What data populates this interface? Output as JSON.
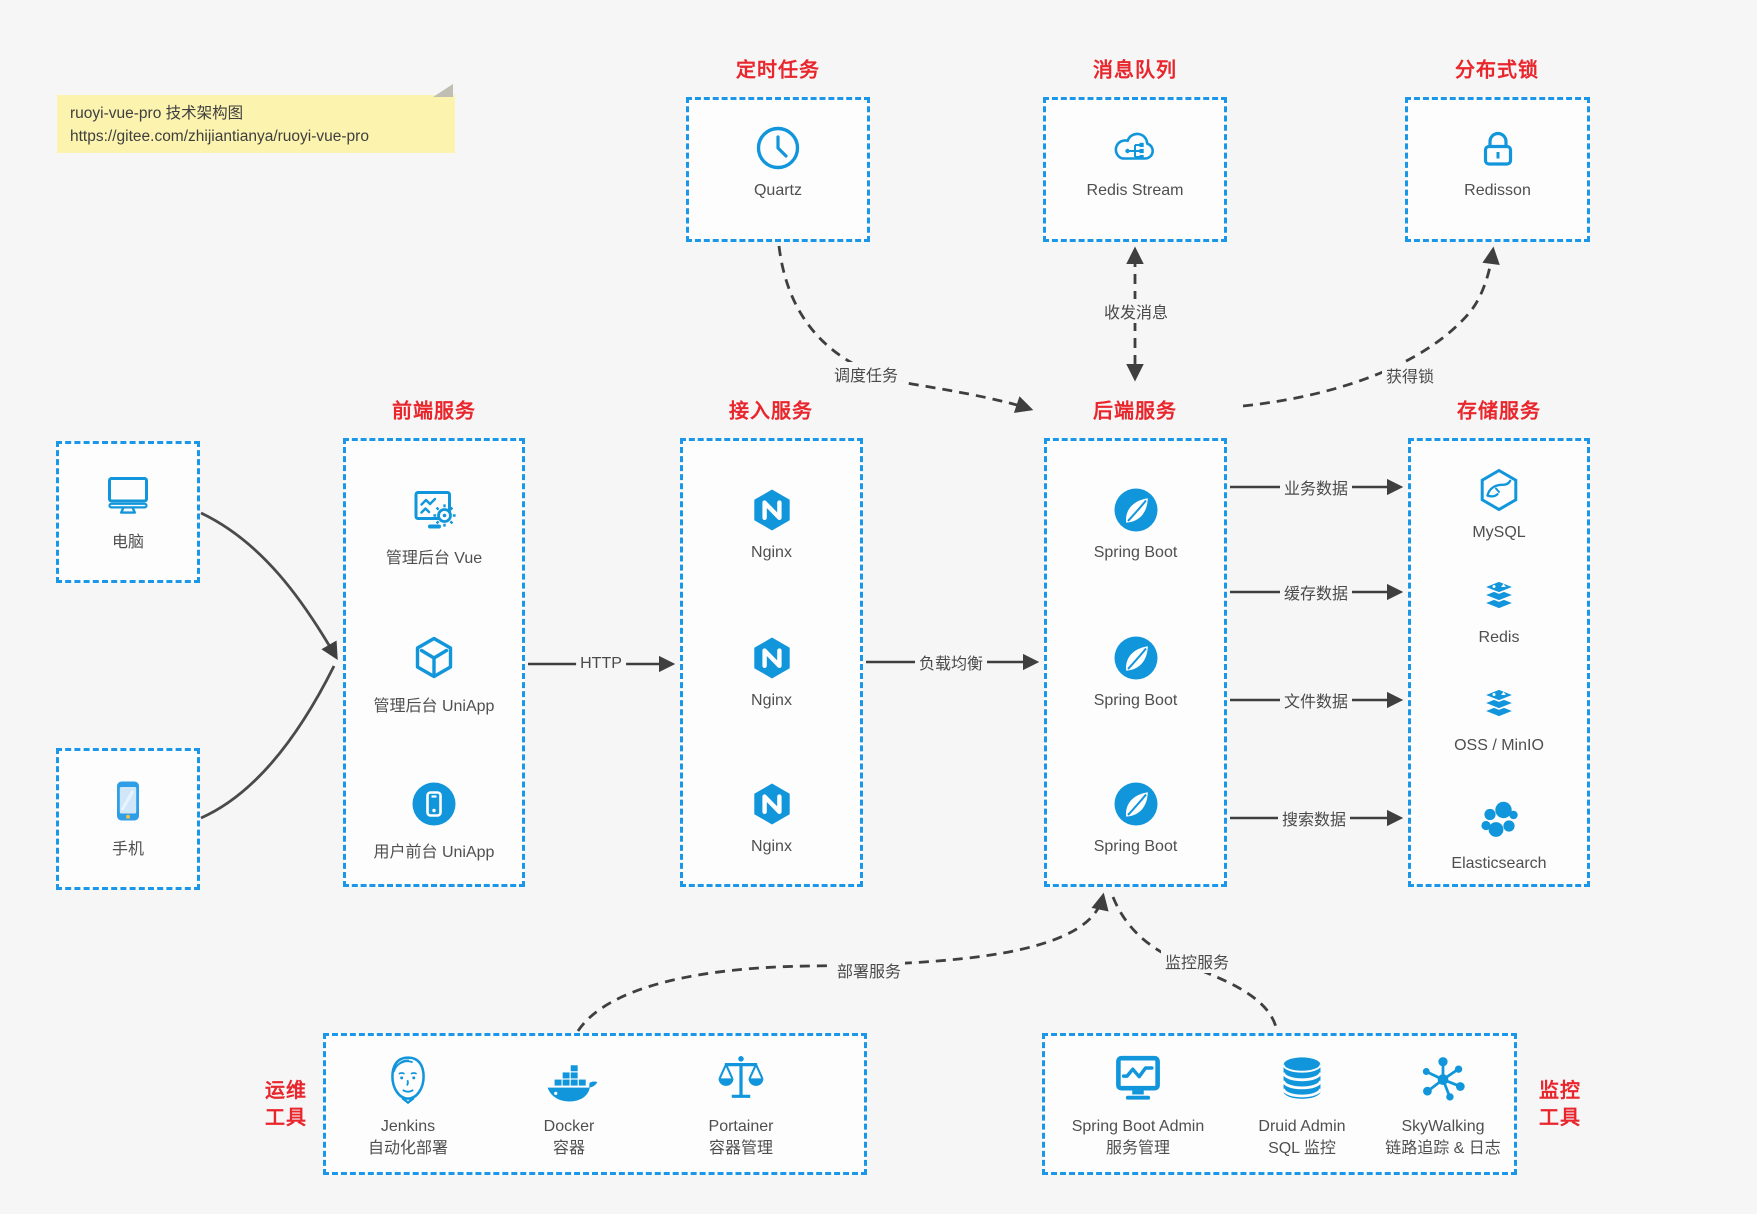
{
  "note": {
    "line1": "ruoyi-vue-pro 技术架构图",
    "line2": "https://gitee.com/zhijiantianya/ruoyi-vue-pro"
  },
  "groups": {
    "scheduled": {
      "title": "定时任务",
      "item": "Quartz"
    },
    "mq": {
      "title": "消息队列",
      "item": "Redis Stream"
    },
    "lock": {
      "title": "分布式锁",
      "item": "Redisson"
    },
    "clients": {
      "items": [
        "电脑",
        "手机"
      ]
    },
    "frontend": {
      "title": "前端服务",
      "items": [
        "管理后台 Vue",
        "管理后台 UniApp",
        "用户前台 UniApp"
      ]
    },
    "gateway": {
      "title": "接入服务",
      "items": [
        "Nginx",
        "Nginx",
        "Nginx"
      ]
    },
    "backend": {
      "title": "后端服务",
      "items": [
        "Spring Boot",
        "Spring Boot",
        "Spring Boot"
      ]
    },
    "storage": {
      "title": "存储服务",
      "items": [
        "MySQL",
        "Redis",
        "OSS / MinIO",
        "Elasticsearch"
      ]
    },
    "ops": {
      "title_lines": [
        "运维",
        "工具"
      ],
      "items": [
        {
          "name": "Jenkins",
          "desc": "自动化部署"
        },
        {
          "name": "Docker",
          "desc": "容器"
        },
        {
          "name": "Portainer",
          "desc": "容器管理"
        }
      ]
    },
    "monitoring": {
      "title_lines": [
        "监控",
        "工具"
      ],
      "items": [
        {
          "name": "Spring Boot Admin",
          "desc": "服务管理"
        },
        {
          "name": "Druid Admin",
          "desc": "SQL 监控"
        },
        {
          "name": "SkyWalking",
          "desc": "链路追踪 & 日志"
        }
      ]
    }
  },
  "edges": {
    "http": "HTTP",
    "load_balance": "负载均衡",
    "schedule": "调度任务",
    "message": "收发消息",
    "lock": "获得锁",
    "business": "业务数据",
    "cache": "缓存数据",
    "file": "文件数据",
    "search": "搜索数据",
    "deploy": "部署服务",
    "monitor": "监控服务"
  },
  "icons": {
    "scheduled": "clock-icon",
    "mq": "cloud-share-icon",
    "lock": "lock-icon",
    "clients": [
      "desktop-icon",
      "mobile-phone-icon"
    ],
    "frontend": [
      "admin-vue-monitor-gear-icon",
      "uniapp-cube-icon",
      "user-uniapp-phone-icon"
    ],
    "gateway": "nginx-hexagon-icon",
    "backend": "spring-boot-leaf-icon",
    "storage": [
      "mysql-dolphin-icon",
      "redis-stack-icon",
      "redis-stack-icon",
      "elasticsearch-cluster-icon"
    ],
    "ops": [
      "jenkins-butler-icon",
      "docker-whale-icon",
      "portainer-scales-icon"
    ],
    "monitoring": [
      "spring-boot-admin-monitor-icon",
      "druid-database-icon",
      "skywalking-topology-icon"
    ]
  },
  "colors": {
    "border_blue": "#1a97e8",
    "icon_blue": "#1296db",
    "label_red": "#e8262c",
    "arrow_gray": "#3f3f3f",
    "note_bg": "#fbf3ae",
    "canvas_bg": "#f6f6f7"
  }
}
